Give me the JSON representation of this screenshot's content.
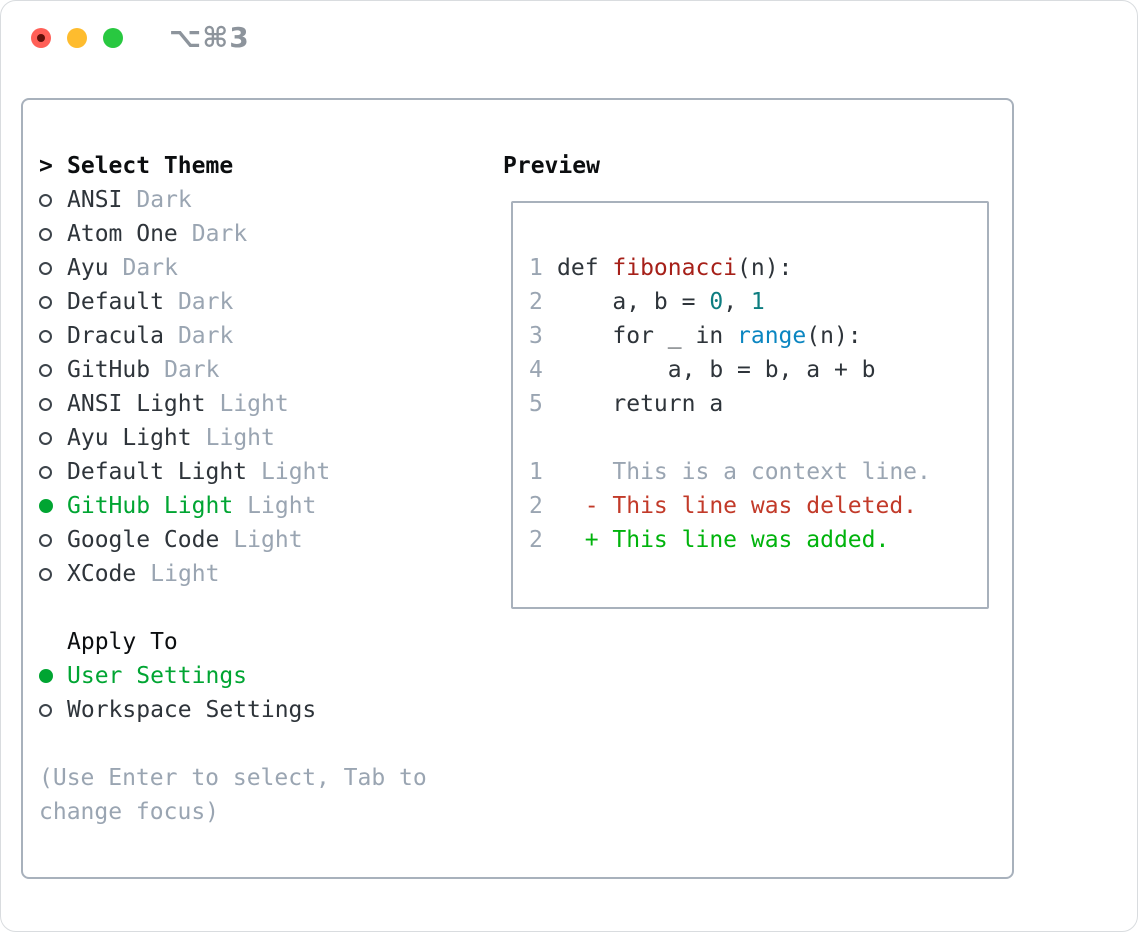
{
  "window": {
    "title": "⌥⌘3"
  },
  "theme_panel": {
    "header": {
      "prefix": ">",
      "label": "Select Theme"
    },
    "themes": [
      {
        "name": "ANSI",
        "variant": "Dark",
        "selected": false
      },
      {
        "name": "Atom One",
        "variant": "Dark",
        "selected": false
      },
      {
        "name": "Ayu",
        "variant": "Dark",
        "selected": false
      },
      {
        "name": "Default",
        "variant": "Dark",
        "selected": false
      },
      {
        "name": "Dracula",
        "variant": "Dark",
        "selected": false
      },
      {
        "name": "GitHub",
        "variant": "Dark",
        "selected": false
      },
      {
        "name": "ANSI Light",
        "variant": "Light",
        "selected": false
      },
      {
        "name": "Ayu Light",
        "variant": "Light",
        "selected": false
      },
      {
        "name": "Default Light",
        "variant": "Light",
        "selected": false
      },
      {
        "name": "GitHub Light",
        "variant": "Light",
        "selected": true
      },
      {
        "name": "Google Code",
        "variant": "Light",
        "selected": false
      },
      {
        "name": "XCode",
        "variant": "Light",
        "selected": false
      }
    ],
    "apply_to": {
      "label": "Apply To",
      "options": [
        {
          "name": "User Settings",
          "selected": true
        },
        {
          "name": "Workspace Settings",
          "selected": false
        }
      ]
    },
    "hint_lines": [
      "(Use Enter to select, Tab to",
      "change focus)"
    ]
  },
  "preview": {
    "label": "Preview",
    "code_lines": [
      {
        "num": "1",
        "segments": [
          {
            "text": "def ",
            "color": "code"
          },
          {
            "text": "fibonacci",
            "color": "func"
          },
          {
            "text": "(n):",
            "color": "code"
          }
        ]
      },
      {
        "num": "2",
        "segments": [
          {
            "text": "    a, b = ",
            "color": "code"
          },
          {
            "text": "0",
            "color": "num"
          },
          {
            "text": ", ",
            "color": "code"
          },
          {
            "text": "1",
            "color": "num"
          }
        ]
      },
      {
        "num": "3",
        "segments": [
          {
            "text": "    for _ in ",
            "color": "code"
          },
          {
            "text": "range",
            "color": "builtin"
          },
          {
            "text": "(n):",
            "color": "code"
          }
        ]
      },
      {
        "num": "4",
        "segments": [
          {
            "text": "        a, b = b, a + b",
            "color": "code"
          }
        ]
      },
      {
        "num": "5",
        "segments": [
          {
            "text": "    return a",
            "color": "code"
          }
        ]
      },
      {
        "num": "",
        "segments": []
      },
      {
        "num": "1",
        "segments": [
          {
            "text": "    This is a context line.",
            "color": "context"
          }
        ]
      },
      {
        "num": "2",
        "segments": [
          {
            "text": "  - This line was deleted.",
            "color": "deleted"
          }
        ]
      },
      {
        "num": "2",
        "segments": [
          {
            "text": "  + This line was added.",
            "color": "added"
          }
        ]
      }
    ]
  },
  "colors": {
    "accent_green": "#00a532",
    "added_green": "#00b30c",
    "deleted_red": "#c23a29",
    "function_red": "#a62019",
    "number_teal": "#0d7d80",
    "builtin_blue": "#0b86c1",
    "text_dark": "#2e343a",
    "heading_black": "#0c0e10",
    "muted_gray": "#9aa5b2",
    "line_number_gray": "#9aa5b2",
    "border_gray": "#a8b1bc",
    "title_gray": "#8d949c",
    "traffic_red": "#ff5f57",
    "traffic_red_dot": "#5f100a",
    "traffic_yellow": "#febc2e",
    "traffic_green": "#28c840"
  }
}
